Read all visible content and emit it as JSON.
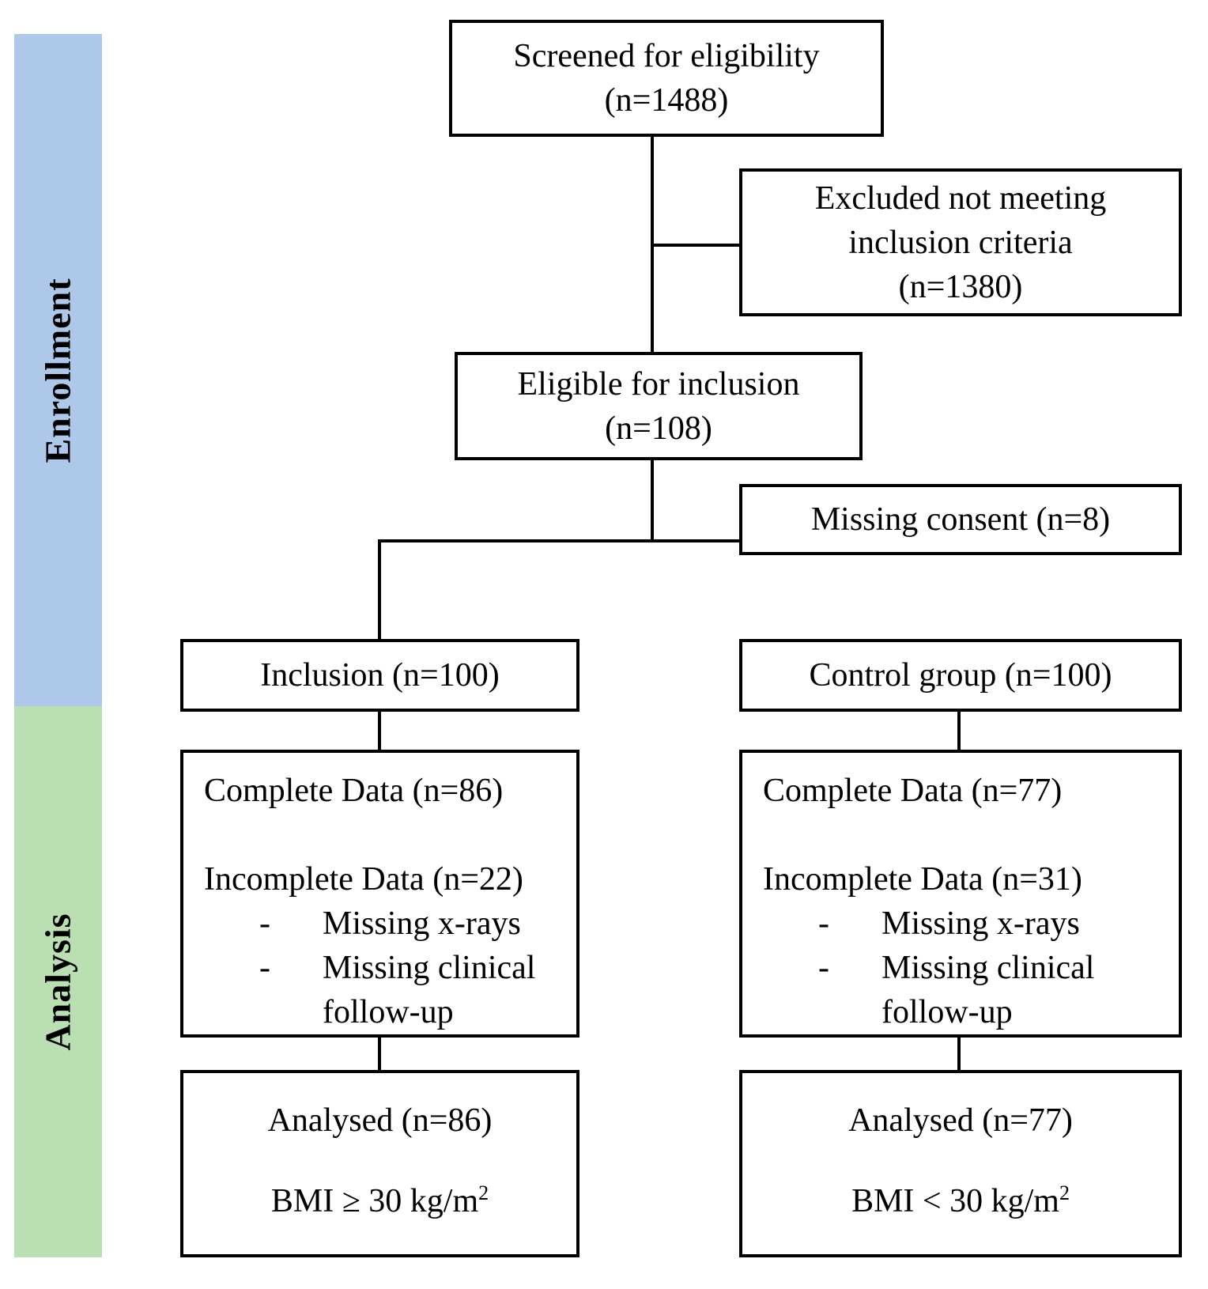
{
  "sidebar": {
    "enrollment_label": "Enrollment",
    "analysis_label": "Analysis",
    "enrollment_color": "#adc8e8",
    "analysis_color": "#b9dfb2"
  },
  "flowchart": {
    "screened": {
      "line1": "Screened for eligibility",
      "line2": "(n=1488)"
    },
    "excluded": {
      "line1": "Excluded not meeting",
      "line2": "inclusion criteria",
      "line3": "(n=1380)"
    },
    "eligible": {
      "line1": "Eligible for inclusion",
      "line2": "(n=108)"
    },
    "missing_consent": {
      "line1": "Missing consent (n=8)"
    },
    "inclusion": {
      "line1": "Inclusion (n=100)"
    },
    "control": {
      "line1": "Control group (n=100)"
    },
    "left_data": {
      "complete": "Complete Data (n=86)",
      "incomplete": "Incomplete Data (n=22)",
      "bullet_marker": "-",
      "bullets": [
        "Missing x-rays",
        "Missing clinical follow-up"
      ]
    },
    "right_data": {
      "complete": "Complete Data (n=77)",
      "incomplete": "Incomplete Data (n=31)",
      "bullet_marker": "-",
      "bullets": [
        "Missing x-rays",
        "Missing clinical follow-up"
      ]
    },
    "left_analysed": {
      "line1": "Analysed (n=86)",
      "bmi": "BMI ≥ 30 kg/m",
      "bmi_sup": "2"
    },
    "right_analysed": {
      "line1": "Analysed (n=77)",
      "bmi": "BMI < 30 kg/m",
      "bmi_sup": "2"
    }
  }
}
